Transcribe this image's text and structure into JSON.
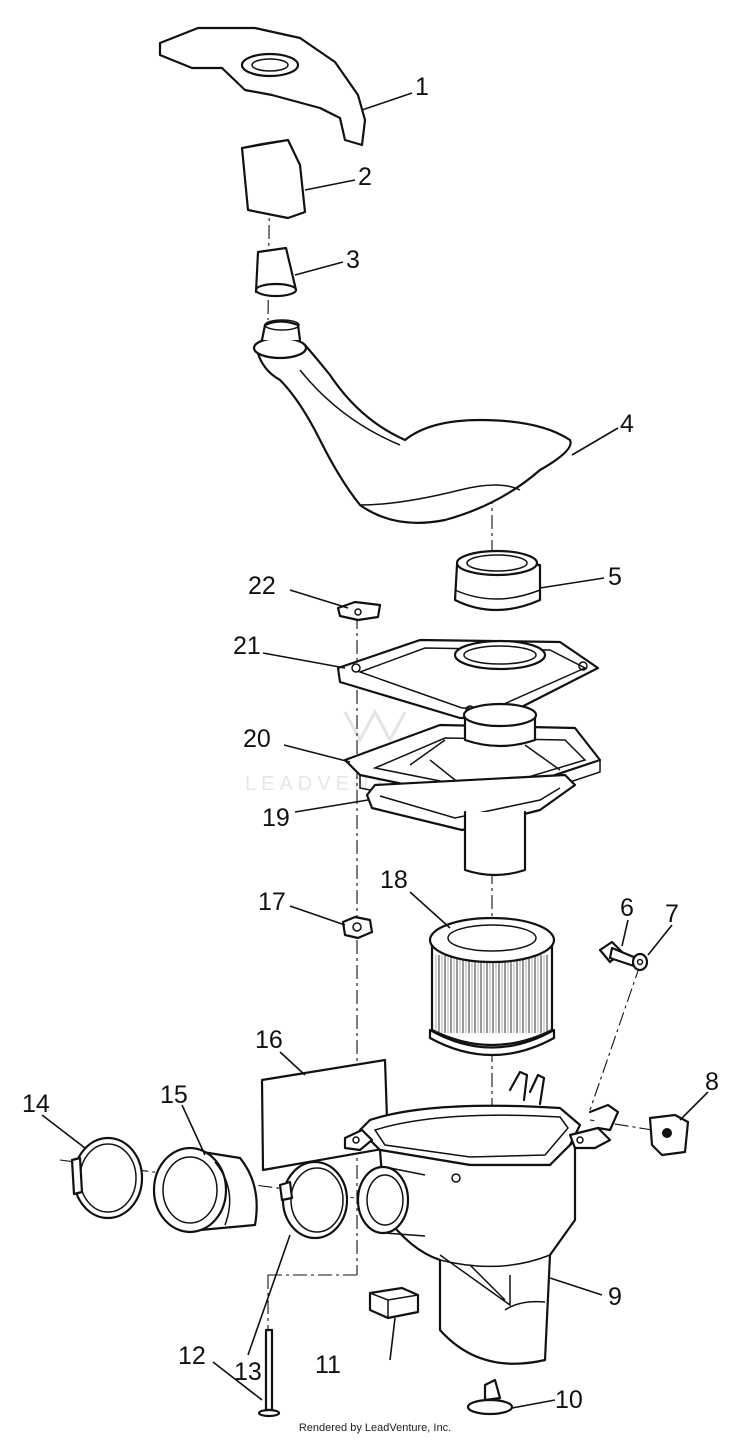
{
  "callouts": {
    "p1": "1",
    "p2": "2",
    "p3": "3",
    "p4": "4",
    "p5": "5",
    "p6": "6",
    "p7": "7",
    "p8": "8",
    "p9": "9",
    "p10": "10",
    "p11": "11",
    "p12": "12",
    "p13": "13",
    "p14": "14",
    "p15": "15",
    "p16": "16",
    "p17": "17",
    "p18": "18",
    "p19": "19",
    "p20": "20",
    "p21": "21",
    "p22": "22"
  },
  "watermark": {
    "text": "LEADVENTURE"
  },
  "footer": {
    "credit": "Rendered by LeadVenture, Inc."
  }
}
